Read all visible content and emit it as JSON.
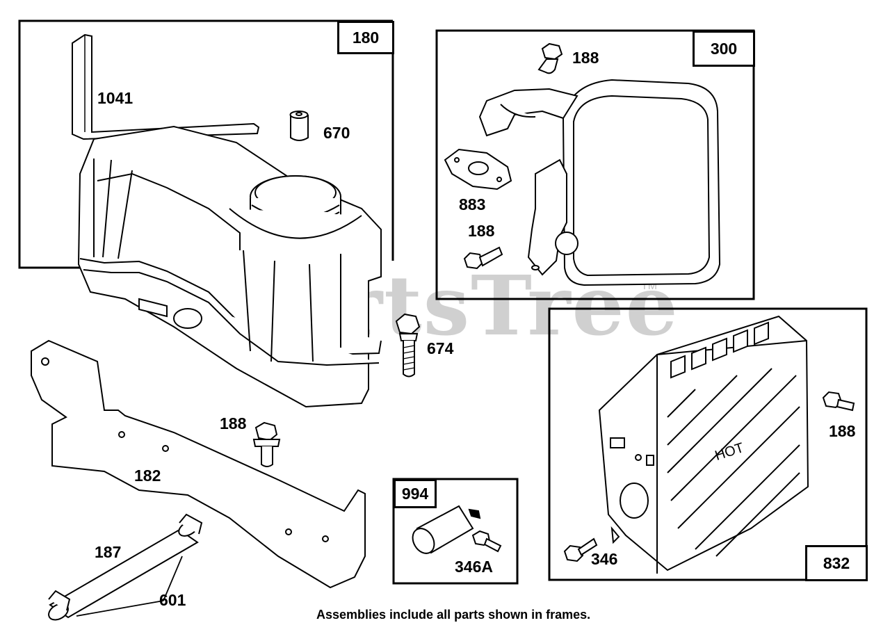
{
  "frames": [
    {
      "id": "180"
    },
    {
      "id": "300"
    },
    {
      "id": "994"
    },
    {
      "id": "832"
    }
  ],
  "labels": {
    "p1041": "1041",
    "p670": "670",
    "p188_top": "188",
    "p883": "883",
    "p188_mid": "188",
    "p674": "674",
    "p188_bracket": "188",
    "p182": "182",
    "p187": "187",
    "p601": "601",
    "p346A": "346A",
    "p188_guard": "188",
    "p346": "346",
    "hot": "HOT"
  },
  "footnote": "Assemblies include all parts shown in frames.",
  "watermark": {
    "text": "PartsTree",
    "tm": "TM"
  }
}
